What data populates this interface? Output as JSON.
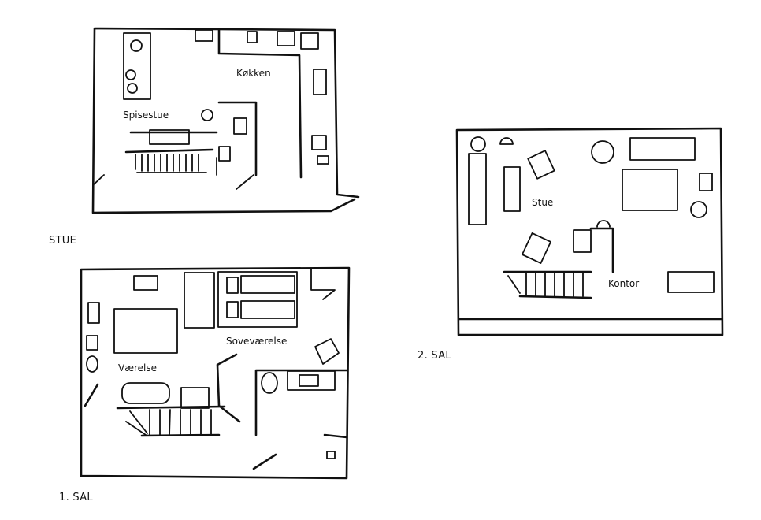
{
  "floors": {
    "stue": {
      "title": "STUE",
      "rooms": {
        "kitchen": "Køkken",
        "dining": "Spisestue"
      }
    },
    "first": {
      "title": "1. SAL",
      "rooms": {
        "bedroom": "Soveværelse",
        "room": "Værelse"
      }
    },
    "second": {
      "title": "2. SAL",
      "rooms": {
        "living": "Stue",
        "office": "Kontor"
      }
    }
  }
}
